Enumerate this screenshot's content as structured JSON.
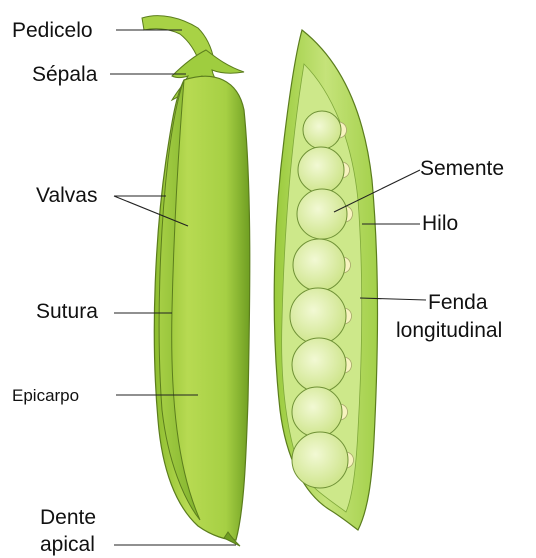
{
  "diagram": {
    "labels": {
      "pedicelo": "Pedicelo",
      "sepala": "Sépala",
      "valvas": "Valvas",
      "sutura": "Sutura",
      "epicarpo": "Epicarpo",
      "dente_line1": "Dente",
      "dente_line2": "apical",
      "semente": "Semente",
      "hilo": "Hilo",
      "fenda_line1": "Fenda",
      "fenda_line2": "longitudinal"
    },
    "colors": {
      "pod_light": "#b9dc54",
      "pod_mid": "#98c93a",
      "pod_dark": "#6f9e22",
      "pod_outline": "#5b7d1d",
      "seed_fill": "#dff0a8",
      "seed_stroke": "#6f9136",
      "hilum": "#f7f3bf"
    },
    "seed_count": 8
  }
}
